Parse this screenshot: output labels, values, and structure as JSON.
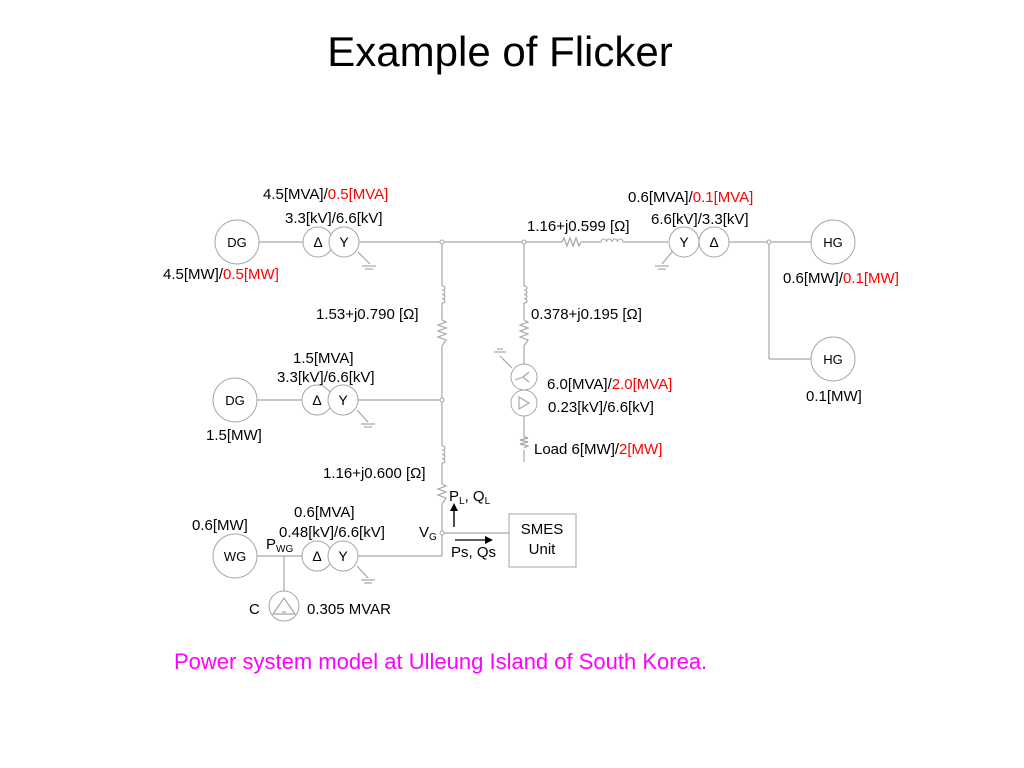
{
  "title": "Example of Flicker",
  "caption": "Power system model at Ulleung Island of South Korea.",
  "colors": {
    "highlight": "#ff0000",
    "caption": "#ff00ff",
    "wire": "#a6a6a6"
  },
  "generators": {
    "dg1": "DG",
    "dg2": "DG",
    "wg": "WG",
    "hg1": "HG",
    "hg2": "HG"
  },
  "symbols": {
    "delta": "Δ",
    "wye": "Y"
  },
  "labels": {
    "dg1_rating": "4.5[MVA]/",
    "dg1_rating_red": "0.5[MVA]",
    "dg1_volt": "3.3[kV]/6.6[kV]",
    "dg1_power": "4.5[MW]/",
    "dg1_power_red": "0.5[MW]",
    "hg_rating": "0.6[MVA]/",
    "hg_rating_red": "0.1[MVA]",
    "hg_volt": "6.6[kV]/3.3[kV]",
    "hg_power": "0.6[MW]/",
    "hg_power_red": "0.1[MW]",
    "hg2_power": "0.1[MW]",
    "line_top": "1.16+j0.599 [Ω]",
    "line_left_mid": "1.53+j0.790 [Ω]",
    "line_right_mid": "0.378+j0.195 [Ω]",
    "dg2_rating": "1.5[MVA]",
    "dg2_volt": "3.3[kV]/6.6[kV]",
    "dg2_power": "1.5[MW]",
    "load_tr_rating": "6.0[MVA]/",
    "load_tr_rating_red": "2.0[MVA]",
    "load_tr_volt": "0.23[kV]/6.6[kV]",
    "load": "Load 6[MW]/",
    "load_red": "2[MW]",
    "line_bottom": "1.16+j0.600 [Ω]",
    "pl": "P",
    "pl_sub": "L",
    "ql_sep": ", Q",
    "ql_sub": "L",
    "vg": "V",
    "vg_sub": "G",
    "ps_qs": "Ps, Qs",
    "smes_line1": "SMES",
    "smes_line2": "Unit",
    "wg_power": "0.6[MW]",
    "wg_rating": "0.6[MVA]",
    "wg_volt": "0.48[kV]/6.6[kV]",
    "pwg": "P",
    "pwg_sub": "WG",
    "cap_label": "C",
    "cap_value": "0.305 MVAR"
  }
}
